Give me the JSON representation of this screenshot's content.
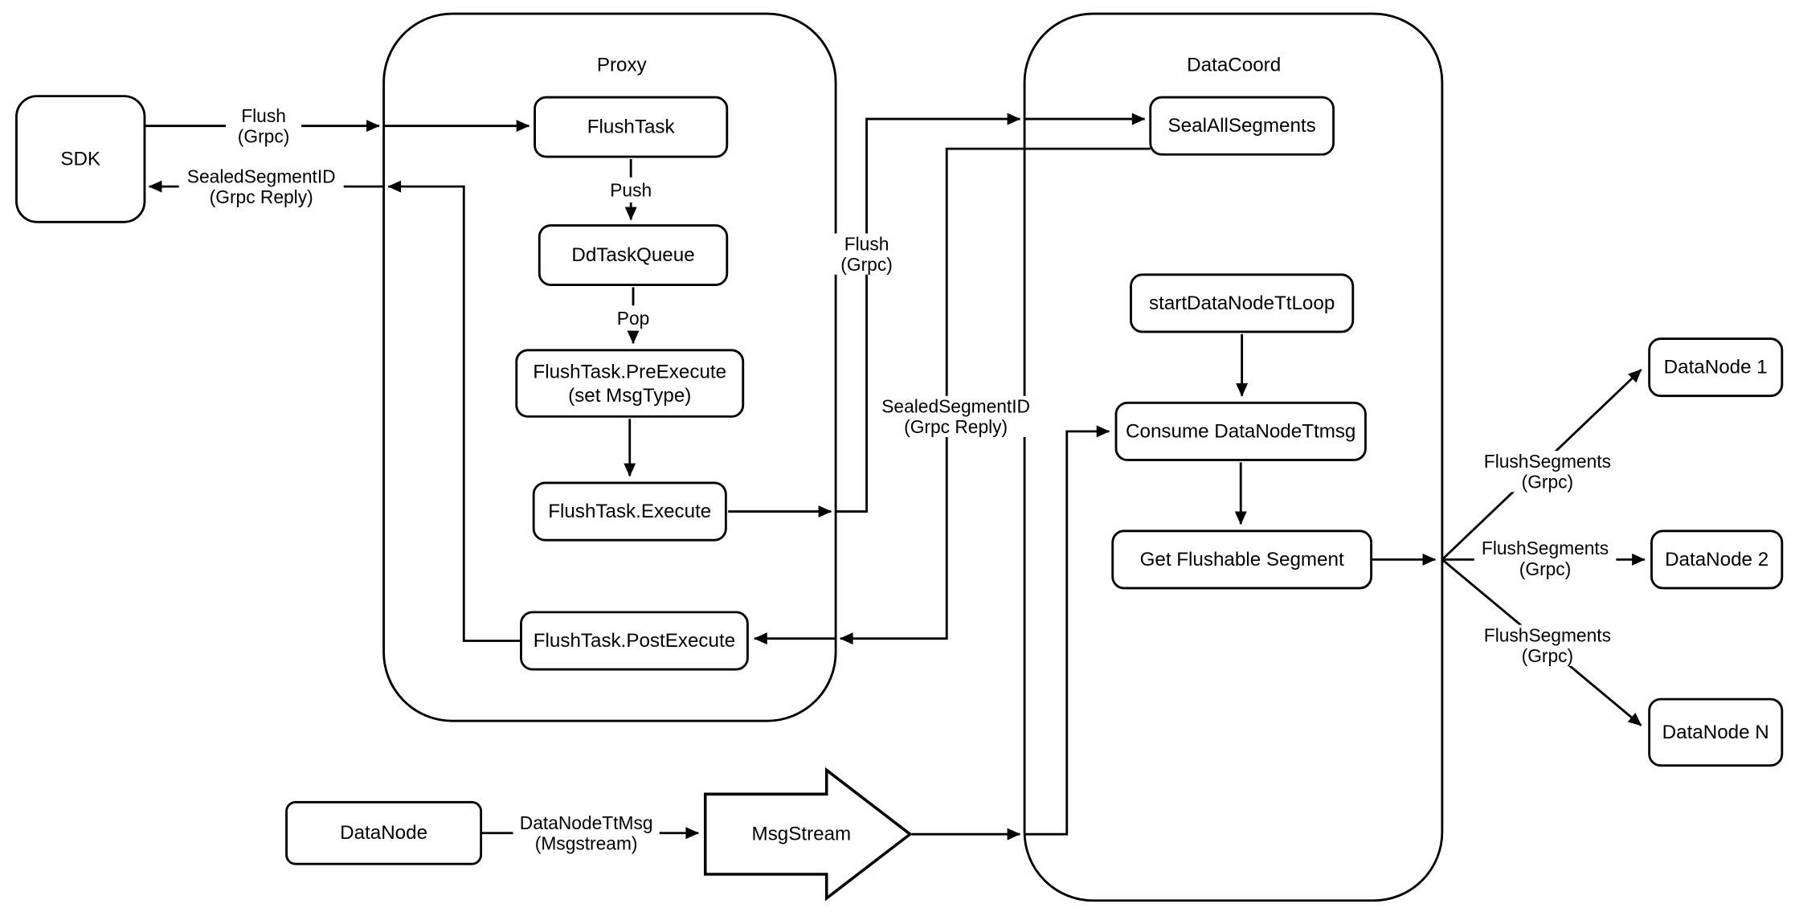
{
  "diagram": {
    "background": "#ffffff",
    "stroke_color": "#000000",
    "containers": {
      "proxy": {
        "title": "Proxy"
      },
      "datacoord": {
        "title": "DataCoord"
      }
    },
    "nodes": {
      "sdk": {
        "label": "SDK"
      },
      "flush_task": {
        "label": "FlushTask"
      },
      "dd_task_queue": {
        "label": "DdTaskQueue"
      },
      "flush_task_pre_execute": {
        "label": [
          "FlushTask.PreExecute",
          "(set MsgType)"
        ]
      },
      "flush_task_execute": {
        "label": "FlushTask.Execute"
      },
      "flush_task_post_execute": {
        "label": "FlushTask.PostExecute"
      },
      "seal_all_segments": {
        "label": "SealAllSegments"
      },
      "start_data_node_tt_loop": {
        "label": "startDataNodeTtLoop"
      },
      "consume_data_node_ttmsg": {
        "label": "Consume DataNodeTtmsg"
      },
      "get_flushable_segment": {
        "label": "Get Flushable Segment"
      },
      "data_node_1": {
        "label": "DataNode 1"
      },
      "data_node_2": {
        "label": "DataNode 2"
      },
      "data_node_n": {
        "label": "DataNode N"
      },
      "data_node": {
        "label": "DataNode"
      },
      "msg_stream": {
        "label": "MsgStream"
      }
    },
    "edge_labels": {
      "flush_sdk_to_proxy": [
        "Flush",
        "(Grpc)"
      ],
      "sealed_reply_to_sdk": [
        "SealedSegmentID",
        "(Grpc Reply)"
      ],
      "push": "Push",
      "pop": "Pop",
      "flush_proxy_to_datacoord": [
        "Flush",
        "(Grpc)"
      ],
      "sealed_reply_to_proxy": [
        "SealedSegmentID",
        "(Grpc Reply)"
      ],
      "flush_segments_to_node1": [
        "FlushSegments",
        "(Grpc)"
      ],
      "flush_segments_to_node2": [
        "FlushSegments",
        "(Grpc)"
      ],
      "flush_segments_to_node_n": [
        "FlushSegments",
        "(Grpc)"
      ],
      "data_node_tt_msg": [
        "DataNodeTtMsg",
        "(Msgstream)"
      ]
    }
  }
}
